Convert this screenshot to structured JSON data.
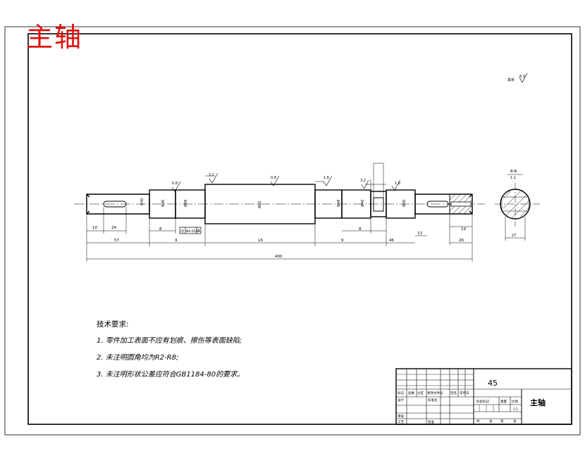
{
  "stamp_title": "主轴",
  "roughness_note": "其余",
  "roughness_value": "6.3",
  "section": {
    "label": "B-B",
    "ratio": "1:1",
    "dim": "27"
  },
  "part_labels": [
    "Φ30",
    "Φ40",
    "Φ48",
    "Φ60",
    "Φ48",
    "Φ40",
    "Φ30"
  ],
  "roughness_marks": [
    "0.8",
    "3.2",
    "0.8",
    "1.6",
    "1.6",
    "3.2"
  ],
  "dims_bottom": [
    "10",
    "24",
    "57",
    "8",
    "9",
    "16",
    "9",
    "8",
    "46",
    "13",
    "19",
    "26"
  ],
  "total_length": "400",
  "tolerance_box": {
    "symbol": "◎",
    "value": "Φ0.025",
    "datum": "A"
  },
  "tech_requirements": {
    "heading": "技术要求:",
    "items": [
      "1. 零件加工表面不应有划痕、擦伤等表面缺陷;",
      "2. 未注明圆角均为R2-R8;",
      "3. 未注明形状公差应符合GB1184-80的要求。"
    ]
  },
  "title_block": {
    "material": "45",
    "part_name": "主轴",
    "scale": "1:1",
    "header_cells": [
      "标记",
      "处数",
      "分区",
      "更改文件号",
      "签名",
      "年月日"
    ],
    "rows": [
      "设计",
      "标准化",
      "审核",
      "工艺",
      "批准"
    ],
    "stage_cells": [
      "阶段标记",
      "重量",
      "比例"
    ],
    "sheet_cells": [
      "共",
      "张",
      "第",
      "张"
    ]
  }
}
